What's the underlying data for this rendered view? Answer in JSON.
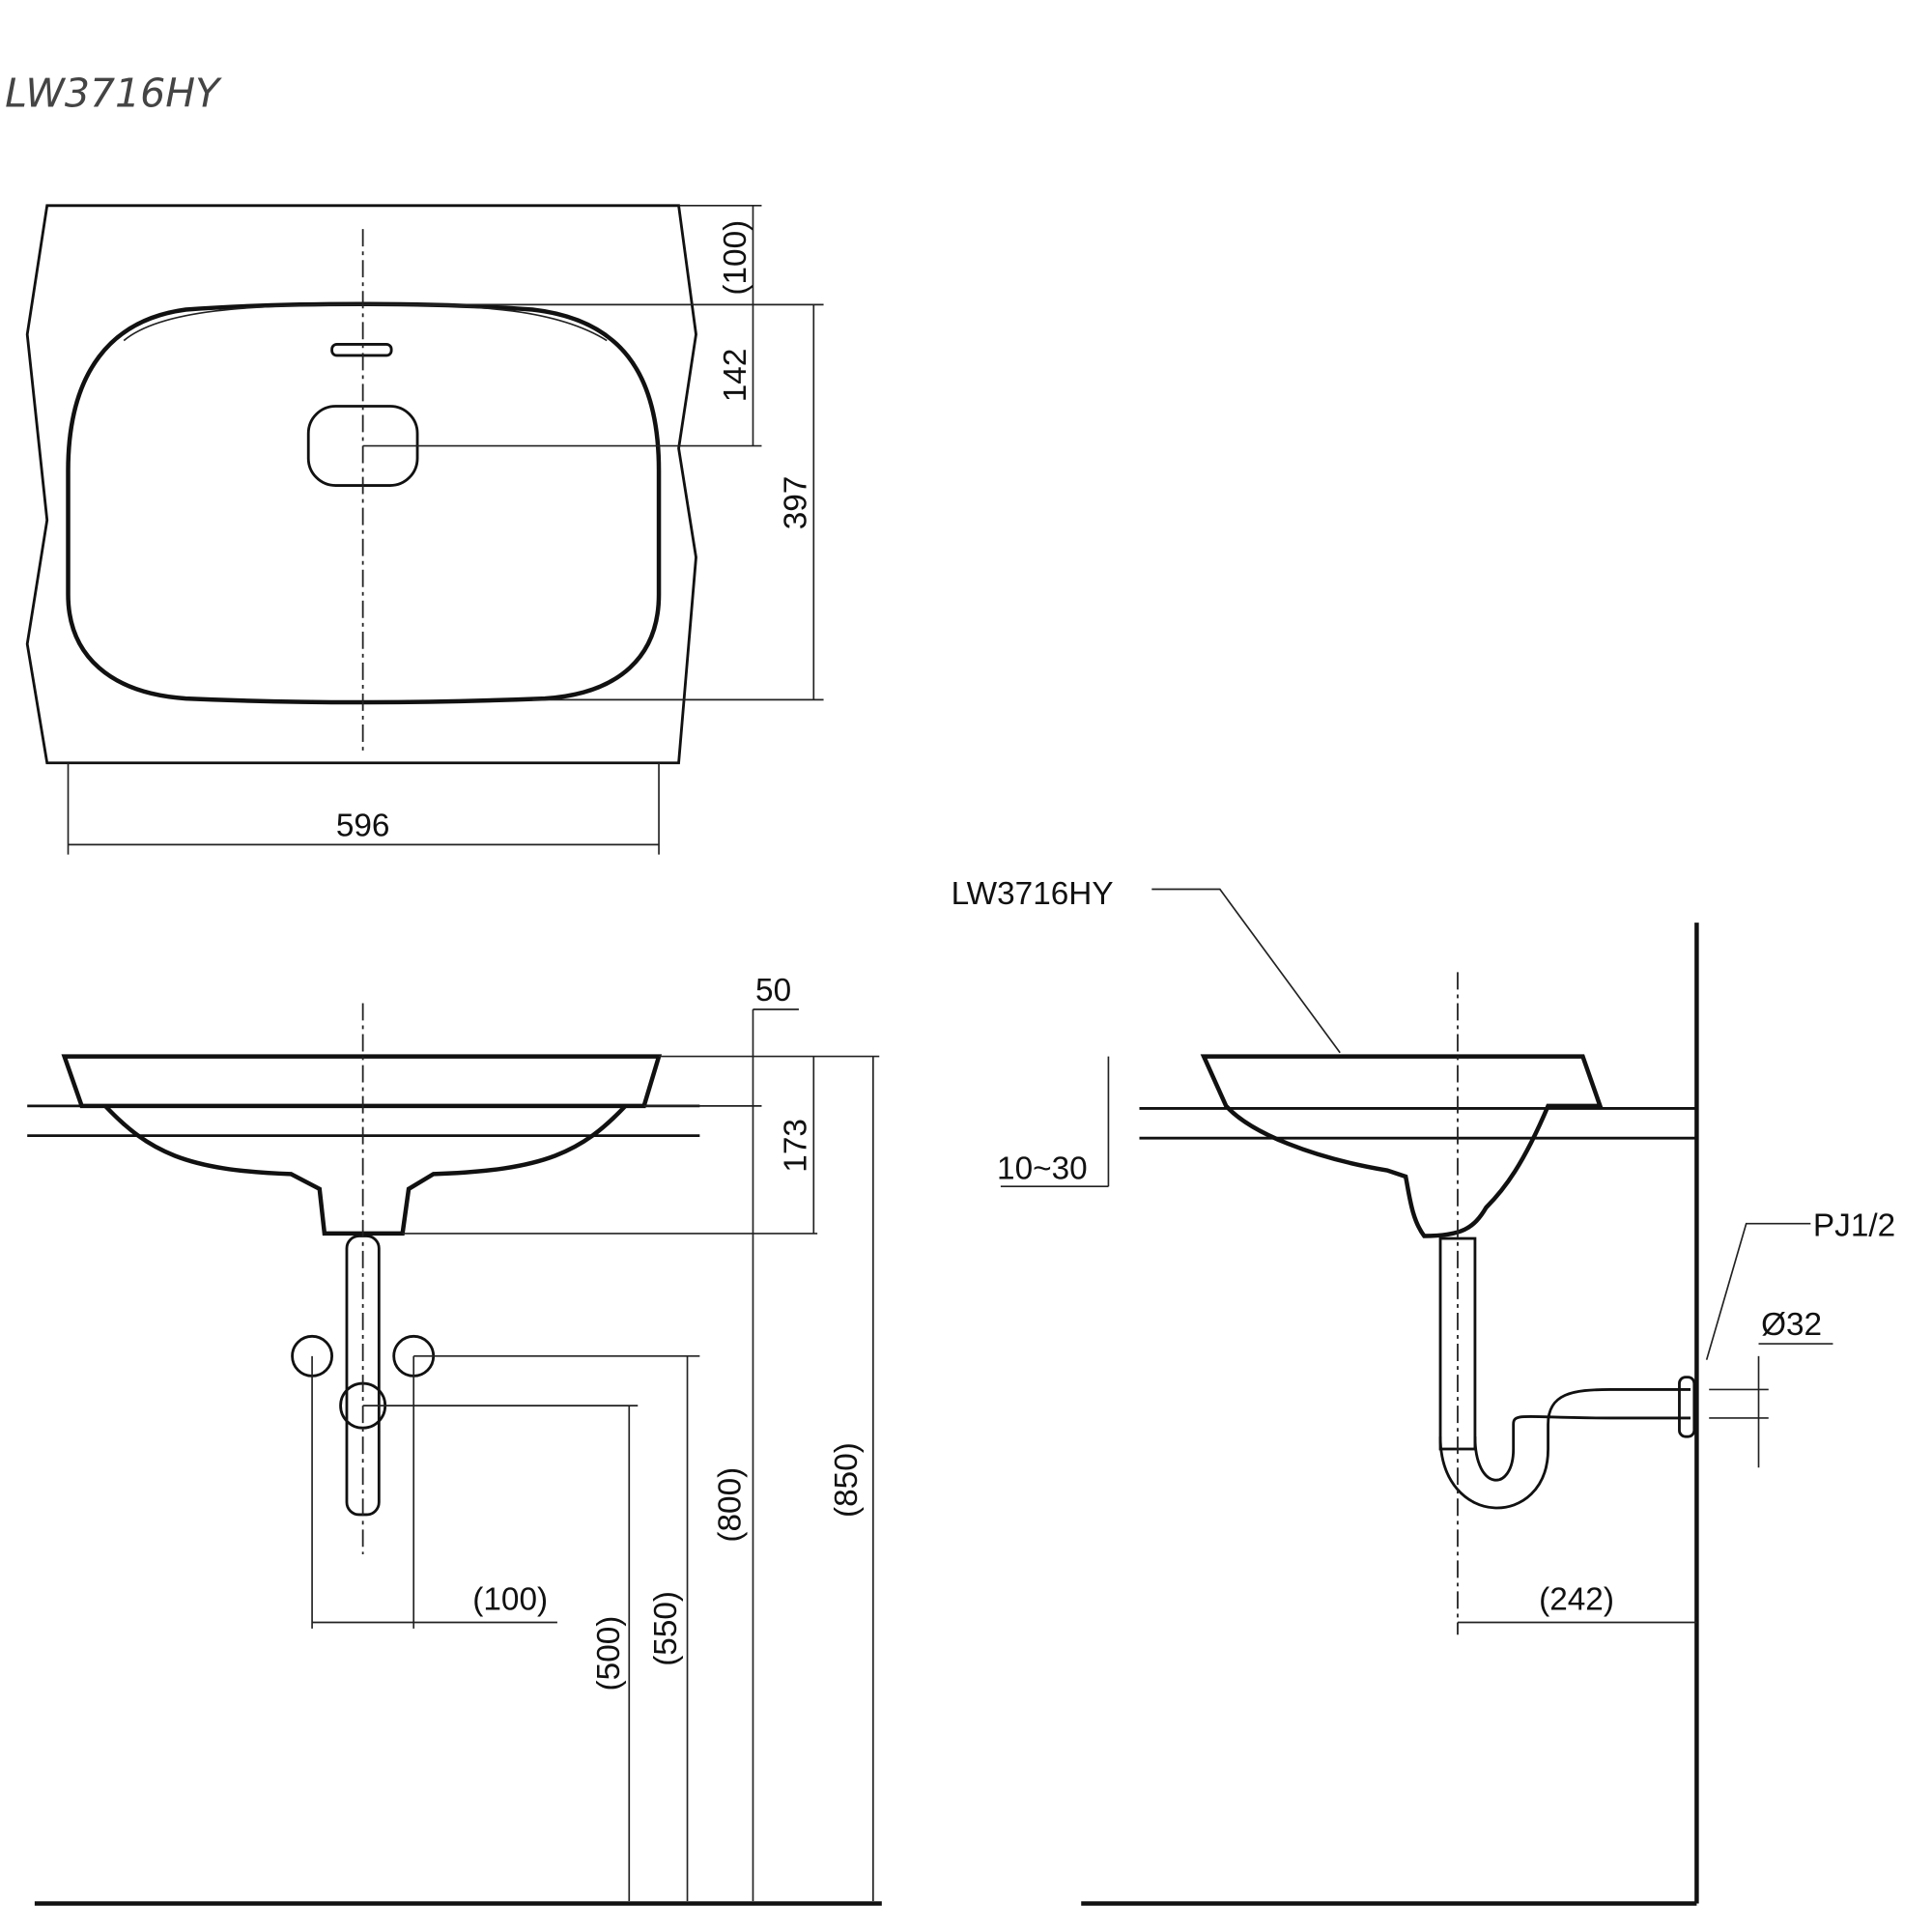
{
  "title": "LW3716HY",
  "top_view": {
    "dims": {
      "rear": "(100)",
      "drain_offset": "142",
      "bowl_depth": "397",
      "width": "596"
    }
  },
  "front_view": {
    "dims": {
      "rim": "50",
      "height": "173",
      "spacing": "(100)",
      "supply_low": "(500)",
      "supply_high": "(550)",
      "drain_height": "(800)",
      "rim_height": "(850)"
    }
  },
  "side_view": {
    "model_label": "LW3716HY",
    "dims": {
      "counter": "10~30",
      "thread": "PJ1/2",
      "diameter": "Ø32",
      "wall_distance": "(242)"
    }
  }
}
